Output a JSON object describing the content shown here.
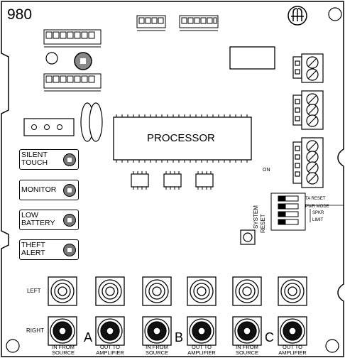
{
  "board": {
    "model": "980",
    "processor": "PROCESSOR",
    "on_label": "ON",
    "left_label": "LEFT",
    "right_label": "RIGHT",
    "system_reset": [
      "SYSTEM",
      "RESET"
    ]
  },
  "indicators": [
    {
      "lines": [
        "SILENT",
        "TOUCH"
      ]
    },
    {
      "lines": [
        "MONITOR"
      ]
    },
    {
      "lines": [
        "LOW",
        "BATTERY"
      ]
    },
    {
      "lines": [
        "THEFT",
        "ALERT"
      ]
    }
  ],
  "dip_switch": {
    "labels": [
      "TA RESET",
      "PWR MODE",
      "SPKR",
      "LIMIT"
    ]
  },
  "channels": [
    {
      "letter": "A",
      "in": [
        "IN FROM",
        "SOURCE"
      ],
      "out": [
        "OUT TO",
        "AMPLIFIER"
      ]
    },
    {
      "letter": "B",
      "in": [
        "IN FROM",
        "SOURCE"
      ],
      "out": [
        "OUT TO",
        "AMPLIFIER"
      ]
    },
    {
      "letter": "C",
      "in": [
        "IN FROM",
        "SOURCE"
      ],
      "out": [
        "OUT TO",
        "AMPLIFIER"
      ]
    }
  ],
  "icons": {
    "logo": "rh-monogram-logo",
    "mount": "mounting-hole-icon"
  }
}
